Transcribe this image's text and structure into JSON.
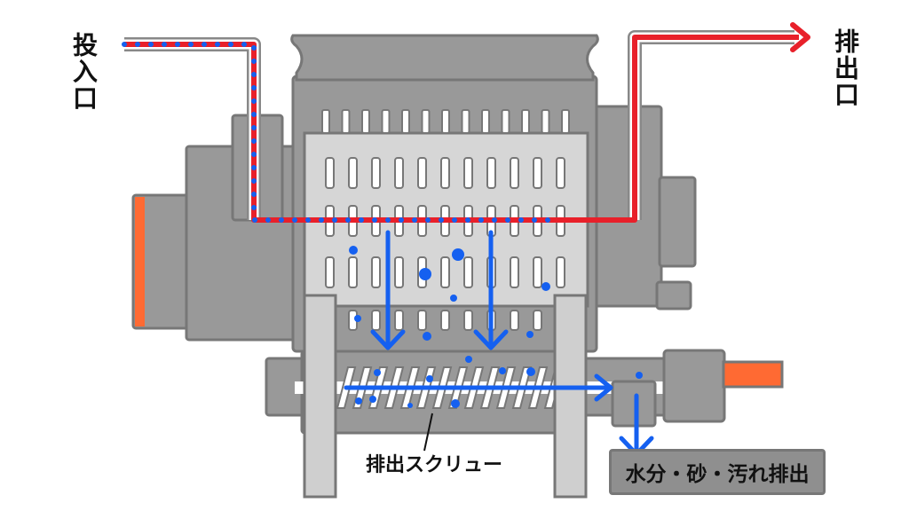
{
  "labels": {
    "inlet": "投入口",
    "outlet": "排出口",
    "screw": "排出スクリュー",
    "drain": "水分・砂・汚れ排出"
  },
  "colors": {
    "body": "#999999",
    "outline": "#777777",
    "screen": "#d6d6d6",
    "flow_red": "#e8202a",
    "flow_blue": "#1560f0",
    "accent_orange": "#ff6a33"
  }
}
